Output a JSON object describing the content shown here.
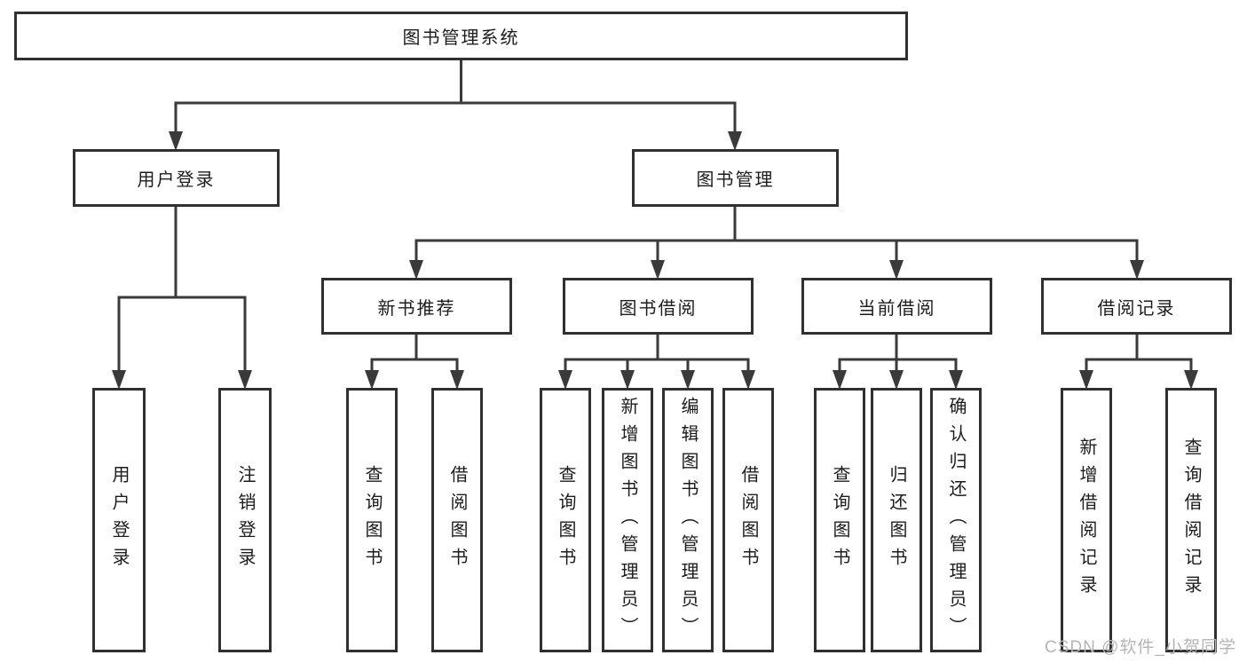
{
  "tree": {
    "root": {
      "label": "图书管理系统",
      "children": [
        {
          "label": "用户登录",
          "children": [
            {
              "label": "用户登录"
            },
            {
              "label": "注销登录"
            }
          ]
        },
        {
          "label": "图书管理",
          "children": [
            {
              "label": "新书推荐",
              "children": [
                {
                  "label": "查询图书"
                },
                {
                  "label": "借阅图书"
                }
              ]
            },
            {
              "label": "图书借阅",
              "children": [
                {
                  "label": "查询图书"
                },
                {
                  "label": "新增图书（管理员）"
                },
                {
                  "label": "编辑图书（管理员）"
                },
                {
                  "label": "借阅图书"
                }
              ]
            },
            {
              "label": "当前借阅",
              "children": [
                {
                  "label": "查询图书"
                },
                {
                  "label": "归还图书"
                },
                {
                  "label": "确认归还（管理员）"
                }
              ]
            },
            {
              "label": "借阅记录",
              "children": [
                {
                  "label": "新增借阅记录"
                },
                {
                  "label": "查询借阅记录"
                }
              ]
            }
          ]
        }
      ]
    }
  },
  "watermark": {
    "text": "CSDN @软件_小贺同学"
  },
  "colors": {
    "line": "#3a3a3a",
    "box_border": "#303030",
    "box_background": "#ffffff",
    "text": "#1c1c1c",
    "watermark": "#b5b5b5"
  }
}
